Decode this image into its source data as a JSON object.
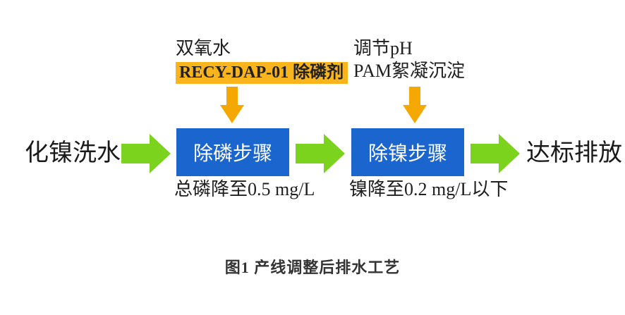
{
  "diagram": {
    "input_label": "化镍洗水",
    "output_label": "达标排放",
    "steps": [
      {
        "title": "除磷步骤",
        "note": "总磷降至0.5 mg/L",
        "reagents": {
          "line1": "双氧水",
          "line2_highlight": "RECY-DAP-01 除磷剂"
        }
      },
      {
        "title": "除镍步骤",
        "note": "镍降至0.2 mg/L以下",
        "reagents": {
          "line1": "调节pH",
          "line2": "PAM絮凝沉淀"
        }
      }
    ]
  },
  "caption": "图1 产线调整后排水工艺",
  "colors": {
    "flow_arrow_green": "#7bd31e",
    "annotation_arrow_orange": "#f5a702",
    "highlight_background": "#fab41c",
    "step_box_blue": "#1a66ce",
    "step_box_text": "#ffffff",
    "body_text": "#1a1a1a",
    "caption_text": "#333333",
    "background": "#ffffff"
  }
}
